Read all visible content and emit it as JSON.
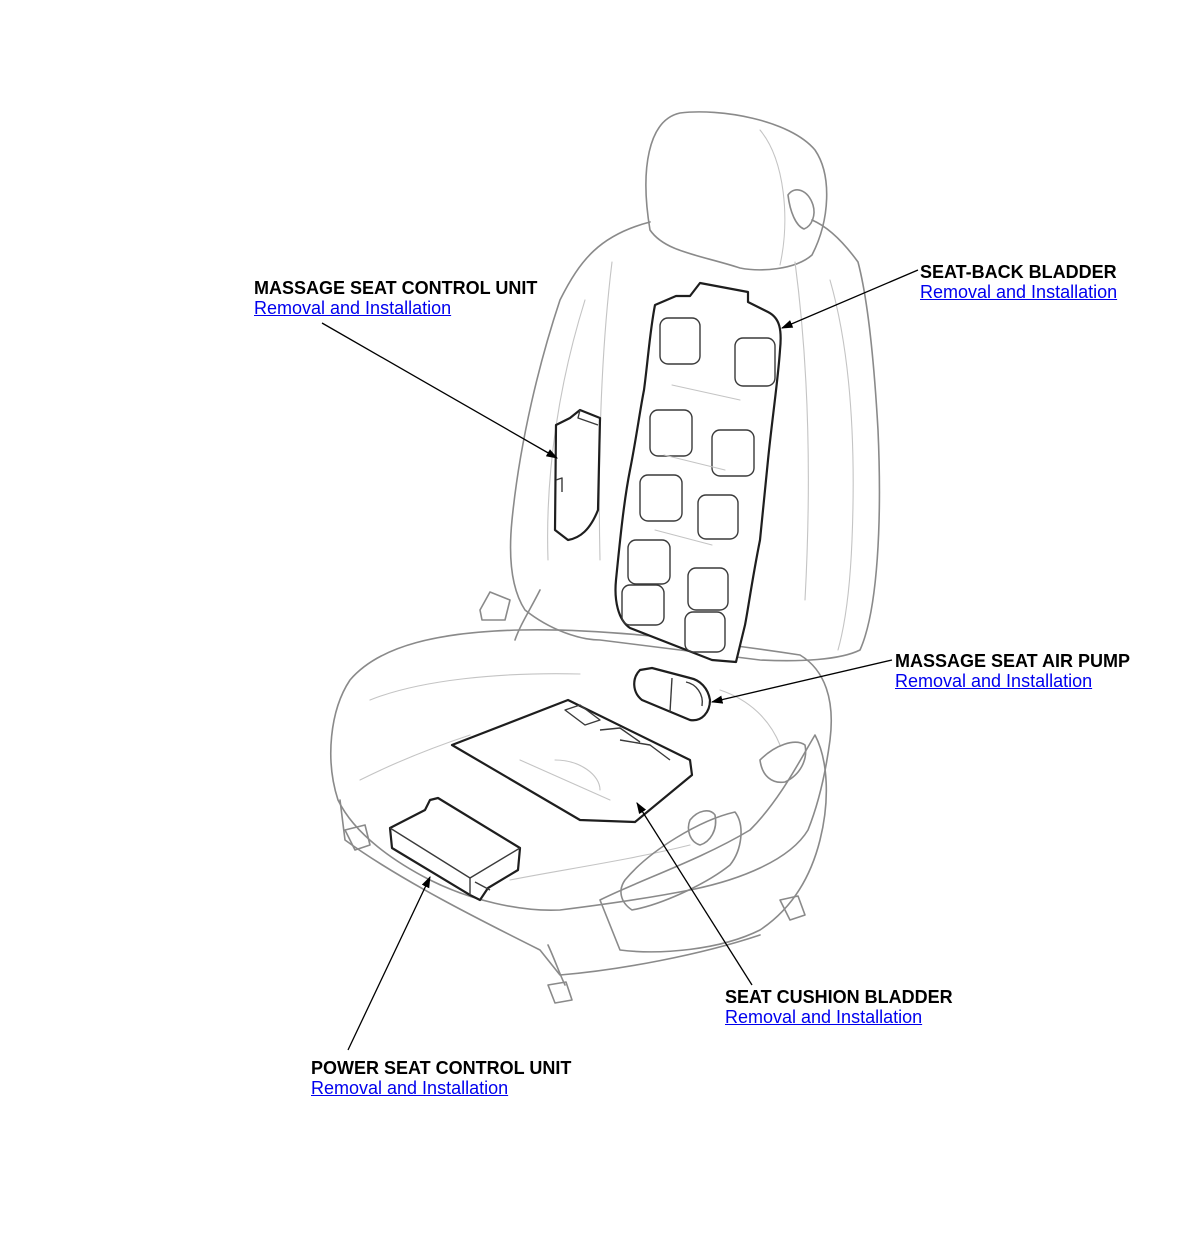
{
  "callouts": {
    "massage_seat_control_unit": {
      "title": "MASSAGE SEAT CONTROL UNIT",
      "link": "Removal and Installation"
    },
    "seat_back_bladder": {
      "title": "SEAT-BACK BLADDER",
      "link": "Removal and Installation"
    },
    "massage_seat_air_pump": {
      "title": "MASSAGE SEAT AIR PUMP",
      "link": "Removal and Installation"
    },
    "seat_cushion_bladder": {
      "title": "SEAT CUSHION BLADDER",
      "link": "Removal and Installation"
    },
    "power_seat_control_unit": {
      "title": "POWER SEAT CONTROL UNIT",
      "link": "Removal and Installation"
    }
  },
  "colors": {
    "link": "#0000ee",
    "label": "#000000",
    "seat_outline": "#8a8a8a",
    "component_outline": "#1e1e1e"
  }
}
